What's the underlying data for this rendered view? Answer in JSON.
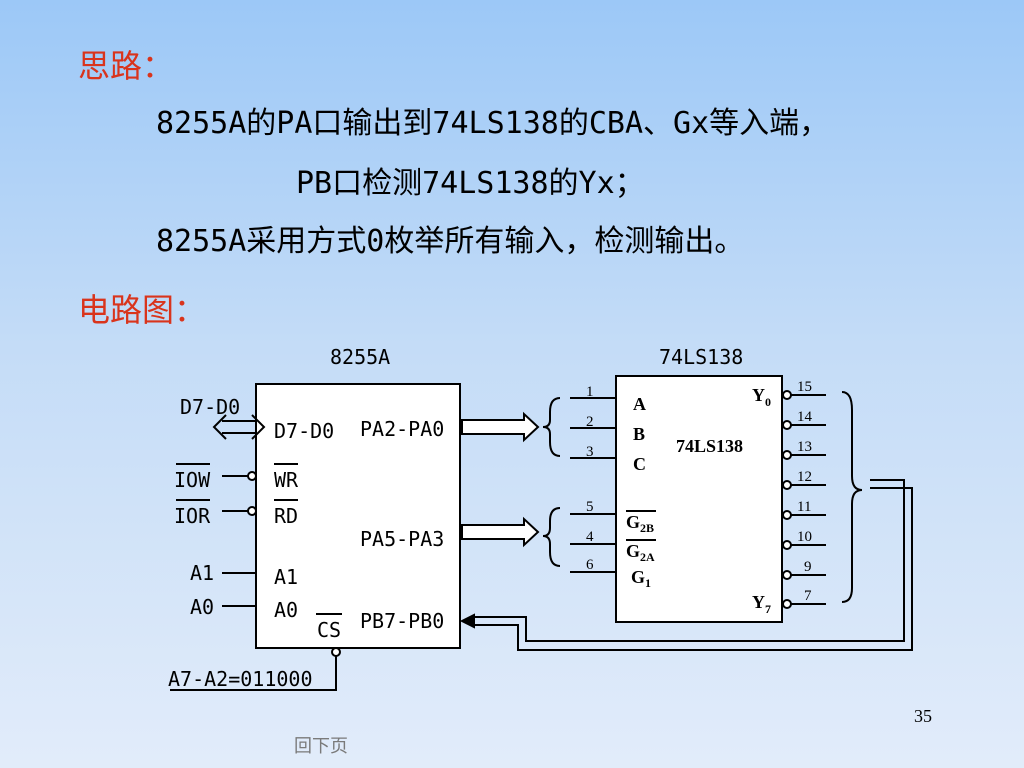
{
  "slide": {
    "heading_approach": "思路：",
    "lines": [
      "8255A的PA口输出到74LS138的CBA、Gx等入端，",
      "PB口检测74LS138的Yx；",
      "8255A采用方式0枚举所有输入，检测输出。"
    ],
    "heading_circuit": "电路图：",
    "page_number": "35",
    "nav_link": "回下页"
  },
  "diagram": {
    "chip_8255": {
      "title": "8255A",
      "left_pins": [
        "D7-D0",
        "WR",
        "RD",
        "A1",
        "A0"
      ],
      "right_pins": [
        "PA2-PA0",
        "PA5-PA3",
        "PB7-PB0"
      ],
      "cs_label": "CS"
    },
    "external_signals": {
      "data_bus": "D7-D0",
      "iow": "IOW",
      "ior": "IOR",
      "a1": "A1",
      "a0": "A0",
      "address_decode": "A7-A2=011000"
    },
    "chip_74ls138": {
      "title": "74LS138",
      "center_label": "74LS138",
      "inputs": [
        "A",
        "B",
        "C"
      ],
      "enable_g2b": "G",
      "enable_g2b_sub": "2B",
      "enable_g2a": "G",
      "enable_g2a_sub": "2A",
      "enable_g1": "G",
      "enable_g1_sub": "1",
      "input_pin_numbers": [
        "1",
        "2",
        "3",
        "5",
        "4",
        "6"
      ],
      "y0": "Y",
      "y0_sub": "0",
      "y7": "Y",
      "y7_sub": "7",
      "output_pin_numbers": [
        "15",
        "14",
        "13",
        "12",
        "11",
        "10",
        "9",
        "7"
      ]
    }
  }
}
